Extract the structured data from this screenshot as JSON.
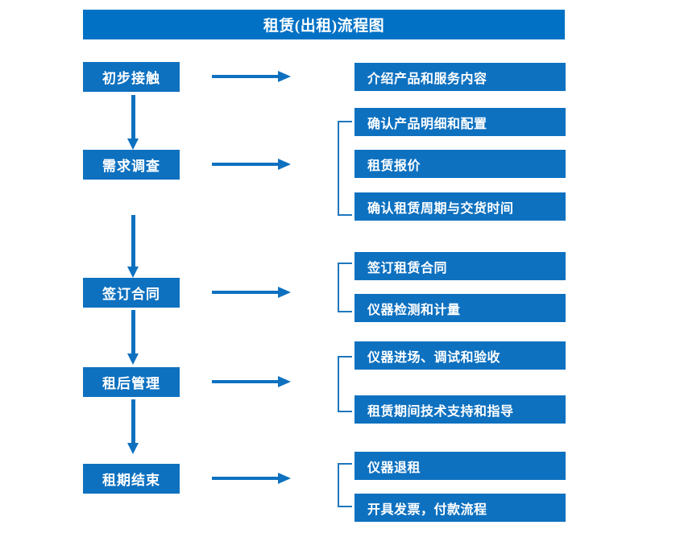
{
  "flowchart": {
    "title": "租赁(出租)流程图",
    "colors": {
      "title_bar": "#0071c5",
      "box": "#0e71c0",
      "arrow": "#0e71c0",
      "bracket": "#1f77bd",
      "text": "#ffffff",
      "background": "#ffffff"
    },
    "stages": [
      {
        "label": "初步接触",
        "details": [
          "介绍产品和服务内容"
        ]
      },
      {
        "label": "需求调查",
        "details": [
          "确认产品明细和配置",
          "租赁报价",
          "确认租赁周期与交货时间"
        ]
      },
      {
        "label": "签订合同",
        "details": [
          "签订租赁合同",
          "仪器检测和计量"
        ]
      },
      {
        "label": "租后管理",
        "details": [
          "仪器进场、调试和验收",
          "租赁期间技术支持和指导"
        ]
      },
      {
        "label": "租期结束",
        "details": [
          "仪器退租",
          "开具发票，付款流程"
        ]
      }
    ]
  }
}
